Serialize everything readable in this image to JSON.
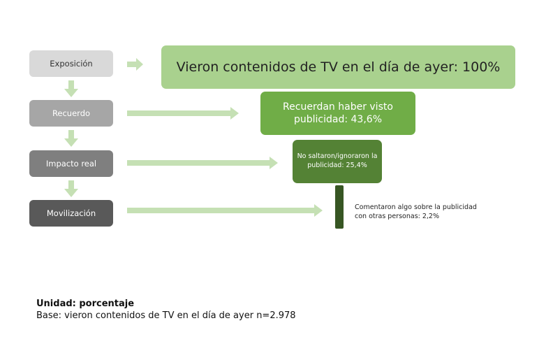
{
  "stages": [
    {
      "label": "Exposición"
    },
    {
      "label": "Recuerdo"
    },
    {
      "label": "Impacto real"
    },
    {
      "label": "Movilización"
    }
  ],
  "funnel": [
    {
      "text": "Vieron contenidos de TV en el día de ayer: 100%",
      "value": 100
    },
    {
      "line1": "Recuerdan haber visto",
      "line2": "publicidad: 43,6%",
      "value": 43.6
    },
    {
      "line1": "No saltaron/ignoraron la",
      "line2": "publicidad: 25,4%",
      "value": 25.4
    },
    {
      "line1": "Comentaron algo sobre la publicidad",
      "line2": "con otras personas: 2,2%",
      "value": 2.2
    }
  ],
  "footer": {
    "unit": "Unidad: porcentaje",
    "base": "Base: vieron contenidos de TV en el día de ayer n=2.978"
  },
  "colors": {
    "stage1": "#d9d9d9",
    "stage2": "#a6a6a6",
    "stage3": "#7f7f7f",
    "stage4": "#595959",
    "funnel1": "#a9d18e",
    "funnel2": "#70ad47",
    "funnel3": "#548235",
    "funnel4": "#375623",
    "arrow": "#c5e0b4"
  }
}
